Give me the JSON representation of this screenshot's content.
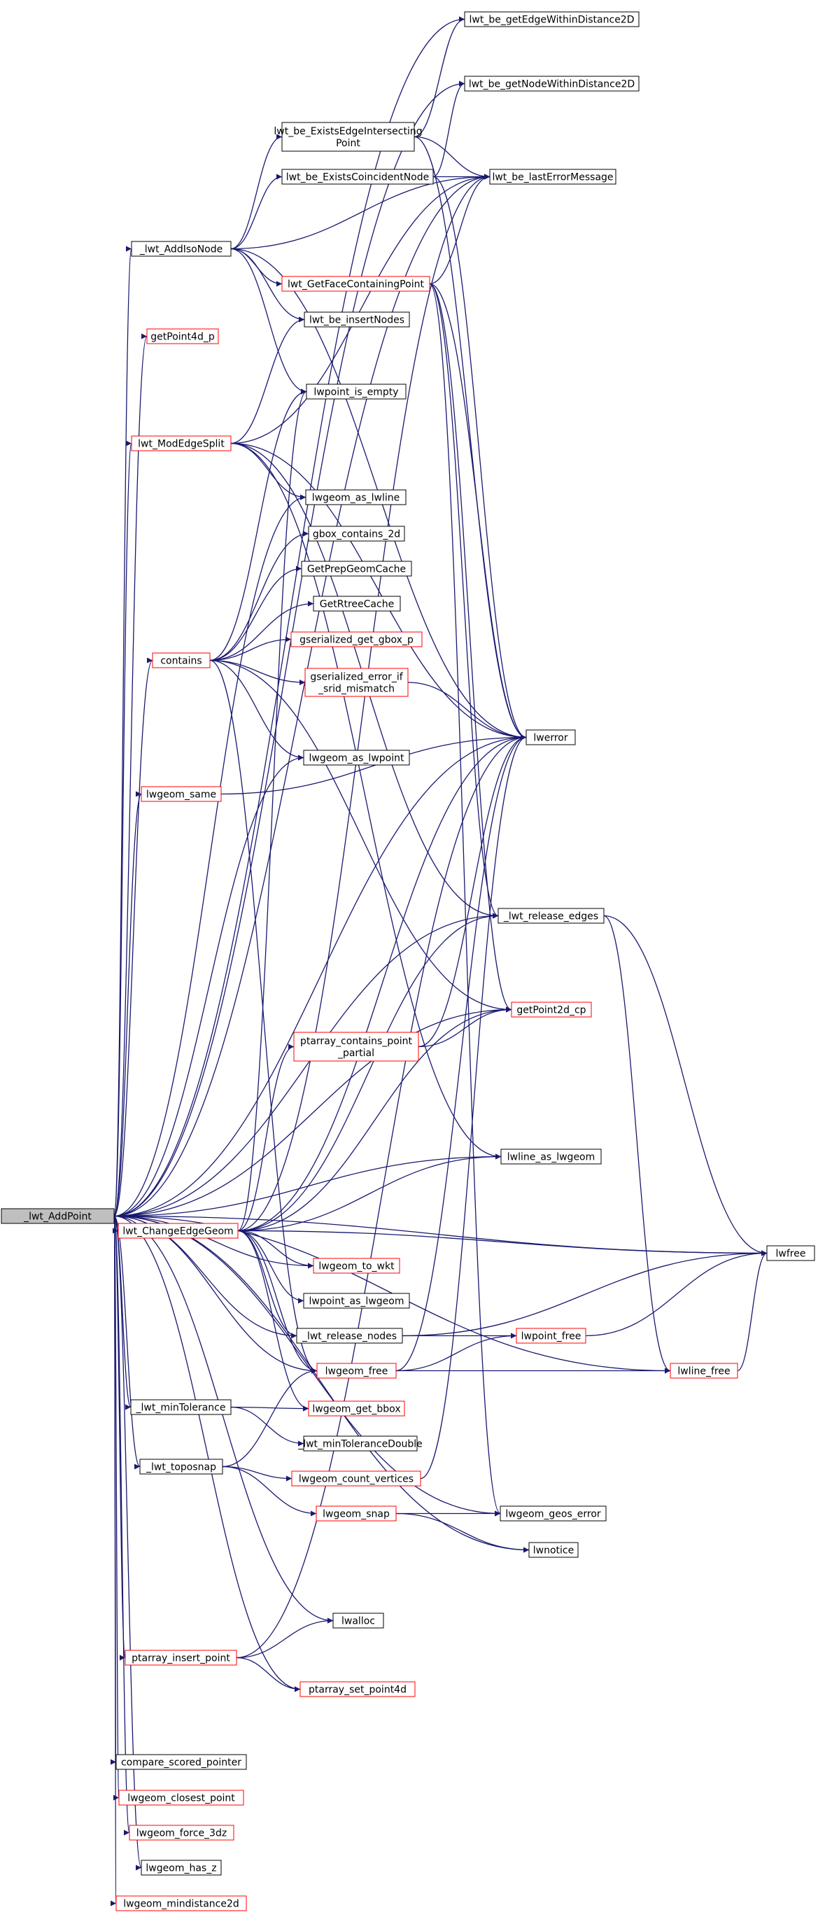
{
  "colors": {
    "edge": "#191970",
    "node_border_default": "#000000",
    "node_border_truncated": "#ff0000",
    "root_fill": "#bfbfbf",
    "node_fill": "#ffffff"
  },
  "nodes": [
    {
      "id": "root",
      "lines": [
        "_lwt_AddPoint"
      ],
      "style": "root"
    },
    {
      "id": "getEdgeWithinDistance2D",
      "lines": [
        "lwt_be_getEdgeWithinDistance2D"
      ],
      "style": "default"
    },
    {
      "id": "getNodeWithinDistance2D",
      "lines": [
        "lwt_be_getNodeWithinDistance2D"
      ],
      "style": "default"
    },
    {
      "id": "ExistsEdgeIntersectingPoint",
      "lines": [
        "lwt_be_ExistsEdgeIntersecting",
        "Point"
      ],
      "style": "default"
    },
    {
      "id": "ExistsCoincidentNode",
      "lines": [
        "lwt_be_ExistsCoincidentNode"
      ],
      "style": "default"
    },
    {
      "id": "lastErrorMessage",
      "lines": [
        "lwt_be_lastErrorMessage"
      ],
      "style": "default"
    },
    {
      "id": "AddIsoNode",
      "lines": [
        "_lwt_AddIsoNode"
      ],
      "style": "default"
    },
    {
      "id": "GetFaceContainingPoint",
      "lines": [
        "lwt_GetFaceContainingPoint"
      ],
      "style": "truncated"
    },
    {
      "id": "getPoint4d_p",
      "lines": [
        "getPoint4d_p"
      ],
      "style": "truncated"
    },
    {
      "id": "insertNodes",
      "lines": [
        "lwt_be_insertNodes"
      ],
      "style": "default"
    },
    {
      "id": "lwpoint_is_empty",
      "lines": [
        "lwpoint_is_empty"
      ],
      "style": "default"
    },
    {
      "id": "ModEdgeSplit",
      "lines": [
        "lwt_ModEdgeSplit"
      ],
      "style": "truncated"
    },
    {
      "id": "lwgeom_as_lwline",
      "lines": [
        "lwgeom_as_lwline"
      ],
      "style": "default"
    },
    {
      "id": "gbox_contains_2d",
      "lines": [
        "gbox_contains_2d"
      ],
      "style": "default"
    },
    {
      "id": "GetPrepGeomCache",
      "lines": [
        "GetPrepGeomCache"
      ],
      "style": "default"
    },
    {
      "id": "GetRtreeCache",
      "lines": [
        "GetRtreeCache"
      ],
      "style": "default"
    },
    {
      "id": "contains",
      "lines": [
        "contains"
      ],
      "style": "truncated"
    },
    {
      "id": "gserialized_get_gbox_p",
      "lines": [
        "gserialized_get_gbox_p"
      ],
      "style": "truncated"
    },
    {
      "id": "gserialized_error_if_srid_mismatch",
      "lines": [
        "gserialized_error_if",
        "_srid_mismatch"
      ],
      "style": "truncated"
    },
    {
      "id": "lwerror",
      "lines": [
        "lwerror"
      ],
      "style": "default"
    },
    {
      "id": "lwgeom_as_lwpoint",
      "lines": [
        "lwgeom_as_lwpoint"
      ],
      "style": "default"
    },
    {
      "id": "lwgeom_same",
      "lines": [
        "lwgeom_same"
      ],
      "style": "truncated"
    },
    {
      "id": "release_edges",
      "lines": [
        "_lwt_release_edges"
      ],
      "style": "default"
    },
    {
      "id": "getPoint2d_cp",
      "lines": [
        "getPoint2d_cp"
      ],
      "style": "truncated"
    },
    {
      "id": "ptarray_contains_point_partial",
      "lines": [
        "ptarray_contains_point",
        "_partial"
      ],
      "style": "truncated"
    },
    {
      "id": "lwline_as_lwgeom",
      "lines": [
        "lwline_as_lwgeom"
      ],
      "style": "default"
    },
    {
      "id": "ChangeEdgeGeom",
      "lines": [
        "lwt_ChangeEdgeGeom"
      ],
      "style": "truncated"
    },
    {
      "id": "lwfree",
      "lines": [
        "lwfree"
      ],
      "style": "default"
    },
    {
      "id": "lwgeom_to_wkt",
      "lines": [
        "lwgeom_to_wkt"
      ],
      "style": "truncated"
    },
    {
      "id": "lwpoint_as_lwgeom",
      "lines": [
        "lwpoint_as_lwgeom"
      ],
      "style": "default"
    },
    {
      "id": "release_nodes",
      "lines": [
        "_lwt_release_nodes"
      ],
      "style": "default"
    },
    {
      "id": "lwpoint_free",
      "lines": [
        "lwpoint_free"
      ],
      "style": "truncated"
    },
    {
      "id": "lwgeom_free",
      "lines": [
        "lwgeom_free"
      ],
      "style": "truncated"
    },
    {
      "id": "lwline_free",
      "lines": [
        "lwline_free"
      ],
      "style": "truncated"
    },
    {
      "id": "minTolerance",
      "lines": [
        "_lwt_minTolerance"
      ],
      "style": "default"
    },
    {
      "id": "lwgeom_get_bbox",
      "lines": [
        "lwgeom_get_bbox"
      ],
      "style": "truncated"
    },
    {
      "id": "minToleranceDouble",
      "lines": [
        "_lwt_minToleranceDouble"
      ],
      "style": "default"
    },
    {
      "id": "toposnap",
      "lines": [
        "_lwt_toposnap"
      ],
      "style": "default"
    },
    {
      "id": "lwgeom_count_vertices",
      "lines": [
        "lwgeom_count_vertices"
      ],
      "style": "truncated"
    },
    {
      "id": "lwgeom_snap",
      "lines": [
        "lwgeom_snap"
      ],
      "style": "truncated"
    },
    {
      "id": "lwgeom_geos_error",
      "lines": [
        "lwgeom_geos_error"
      ],
      "style": "default"
    },
    {
      "id": "lwnotice",
      "lines": [
        "lwnotice"
      ],
      "style": "default"
    },
    {
      "id": "lwalloc",
      "lines": [
        "lwalloc"
      ],
      "style": "default"
    },
    {
      "id": "ptarray_insert_point",
      "lines": [
        "ptarray_insert_point"
      ],
      "style": "truncated"
    },
    {
      "id": "ptarray_set_point4d",
      "lines": [
        "ptarray_set_point4d"
      ],
      "style": "truncated"
    },
    {
      "id": "compare_scored_pointer",
      "lines": [
        "compare_scored_pointer"
      ],
      "style": "default"
    },
    {
      "id": "lwgeom_closest_point",
      "lines": [
        "lwgeom_closest_point"
      ],
      "style": "truncated"
    },
    {
      "id": "lwgeom_force_3dz",
      "lines": [
        "lwgeom_force_3dz"
      ],
      "style": "truncated"
    },
    {
      "id": "lwgeom_has_z",
      "lines": [
        "lwgeom_has_z"
      ],
      "style": "default"
    },
    {
      "id": "lwgeom_mindistance2d",
      "lines": [
        "lwgeom_mindistance2d"
      ],
      "style": "truncated"
    }
  ],
  "edges": [
    [
      "root",
      "getEdgeWithinDistance2D"
    ],
    [
      "root",
      "getNodeWithinDistance2D"
    ],
    [
      "root",
      "lastErrorMessage"
    ],
    [
      "root",
      "AddIsoNode"
    ],
    [
      "root",
      "getPoint4d_p"
    ],
    [
      "root",
      "ModEdgeSplit"
    ],
    [
      "root",
      "lwgeom_as_lwline"
    ],
    [
      "root",
      "contains"
    ],
    [
      "root",
      "lwgeom_as_lwpoint"
    ],
    [
      "root",
      "lwgeom_same"
    ],
    [
      "root",
      "lwerror"
    ],
    [
      "root",
      "lwfree"
    ],
    [
      "root",
      "release_edges"
    ],
    [
      "root",
      "getPoint2d_cp"
    ],
    [
      "root",
      "lwline_as_lwgeom"
    ],
    [
      "root",
      "ChangeEdgeGeom"
    ],
    [
      "root",
      "lwgeom_to_wkt"
    ],
    [
      "root",
      "release_nodes"
    ],
    [
      "root",
      "lwgeom_free"
    ],
    [
      "root",
      "minTolerance"
    ],
    [
      "root",
      "toposnap"
    ],
    [
      "root",
      "lwgeom_geos_error"
    ],
    [
      "root",
      "lwline_free"
    ],
    [
      "root",
      "lwalloc"
    ],
    [
      "root",
      "ptarray_insert_point"
    ],
    [
      "root",
      "ptarray_set_point4d"
    ],
    [
      "root",
      "lwnotice"
    ],
    [
      "root",
      "compare_scored_pointer"
    ],
    [
      "root",
      "lwgeom_closest_point"
    ],
    [
      "root",
      "lwgeom_force_3dz"
    ],
    [
      "root",
      "lwgeom_has_z"
    ],
    [
      "root",
      "lwgeom_mindistance2d"
    ],
    [
      "AddIsoNode",
      "ExistsEdgeIntersectingPoint"
    ],
    [
      "AddIsoNode",
      "ExistsCoincidentNode"
    ],
    [
      "AddIsoNode",
      "GetFaceContainingPoint"
    ],
    [
      "AddIsoNode",
      "insertNodes"
    ],
    [
      "AddIsoNode",
      "lwpoint_is_empty"
    ],
    [
      "AddIsoNode",
      "lastErrorMessage"
    ],
    [
      "AddIsoNode",
      "lwerror"
    ],
    [
      "ExistsEdgeIntersectingPoint",
      "getEdgeWithinDistance2D"
    ],
    [
      "ExistsEdgeIntersectingPoint",
      "lastErrorMessage"
    ],
    [
      "ExistsEdgeIntersectingPoint",
      "lwerror"
    ],
    [
      "ExistsCoincidentNode",
      "getNodeWithinDistance2D"
    ],
    [
      "ExistsCoincidentNode",
      "lastErrorMessage"
    ],
    [
      "ExistsCoincidentNode",
      "lwerror"
    ],
    [
      "GetFaceContainingPoint",
      "lastErrorMessage"
    ],
    [
      "GetFaceContainingPoint",
      "lwerror"
    ],
    [
      "GetFaceContainingPoint",
      "release_edges"
    ],
    [
      "GetFaceContainingPoint",
      "lwgeom_geos_error"
    ],
    [
      "GetFaceContainingPoint",
      "getPoint2d_cp"
    ],
    [
      "ModEdgeSplit",
      "insertNodes"
    ],
    [
      "ModEdgeSplit",
      "lastErrorMessage"
    ],
    [
      "ModEdgeSplit",
      "lwgeom_as_lwline"
    ],
    [
      "ModEdgeSplit",
      "lwerror"
    ],
    [
      "ModEdgeSplit",
      "release_edges"
    ],
    [
      "ModEdgeSplit",
      "lwline_as_lwgeom"
    ],
    [
      "contains",
      "lwpoint_is_empty"
    ],
    [
      "contains",
      "gbox_contains_2d"
    ],
    [
      "contains",
      "GetPrepGeomCache"
    ],
    [
      "contains",
      "GetRtreeCache"
    ],
    [
      "contains",
      "gserialized_get_gbox_p"
    ],
    [
      "contains",
      "gserialized_error_if_srid_mismatch"
    ],
    [
      "contains",
      "lwgeom_as_lwpoint"
    ],
    [
      "contains",
      "getPoint2d_cp"
    ],
    [
      "contains",
      "lwgeom_free"
    ],
    [
      "gserialized_error_if_srid_mismatch",
      "lwerror"
    ],
    [
      "lwgeom_same",
      "lwerror"
    ],
    [
      "ptarray_contains_point_partial",
      "lwerror"
    ],
    [
      "ptarray_contains_point_partial",
      "getPoint2d_cp"
    ],
    [
      "release_edges",
      "lwfree"
    ],
    [
      "release_edges",
      "lwline_free"
    ],
    [
      "ChangeEdgeGeom",
      "lastErrorMessage"
    ],
    [
      "ChangeEdgeGeom",
      "lwpoint_is_empty"
    ],
    [
      "ChangeEdgeGeom",
      "lwerror"
    ],
    [
      "ChangeEdgeGeom",
      "release_edges"
    ],
    [
      "ChangeEdgeGeom",
      "getPoint2d_cp"
    ],
    [
      "ChangeEdgeGeom",
      "ptarray_contains_point_partial"
    ],
    [
      "ChangeEdgeGeom",
      "lwline_as_lwgeom"
    ],
    [
      "ChangeEdgeGeom",
      "lwfree"
    ],
    [
      "ChangeEdgeGeom",
      "lwgeom_to_wkt"
    ],
    [
      "ChangeEdgeGeom",
      "lwpoint_as_lwgeom"
    ],
    [
      "ChangeEdgeGeom",
      "release_nodes"
    ],
    [
      "ChangeEdgeGeom",
      "lwgeom_free"
    ],
    [
      "ChangeEdgeGeom",
      "lwgeom_get_bbox"
    ],
    [
      "release_nodes",
      "lwfree"
    ],
    [
      "release_nodes",
      "lwpoint_free"
    ],
    [
      "lwpoint_free",
      "lwfree"
    ],
    [
      "lwgeom_free",
      "lwerror"
    ],
    [
      "lwgeom_free",
      "lwpoint_free"
    ],
    [
      "lwgeom_free",
      "lwline_free"
    ],
    [
      "lwline_free",
      "lwfree"
    ],
    [
      "minTolerance",
      "lwgeom_get_bbox"
    ],
    [
      "minTolerance",
      "minToleranceDouble"
    ],
    [
      "toposnap",
      "lwgeom_free"
    ],
    [
      "toposnap",
      "lwgeom_count_vertices"
    ],
    [
      "toposnap",
      "lwgeom_snap"
    ],
    [
      "lwgeom_count_vertices",
      "lwerror"
    ],
    [
      "lwgeom_snap",
      "lwgeom_geos_error"
    ],
    [
      "lwgeom_snap",
      "lwnotice"
    ],
    [
      "ptarray_insert_point",
      "lwalloc"
    ],
    [
      "ptarray_insert_point",
      "ptarray_set_point4d"
    ],
    [
      "ptarray_insert_point",
      "lwerror"
    ]
  ]
}
